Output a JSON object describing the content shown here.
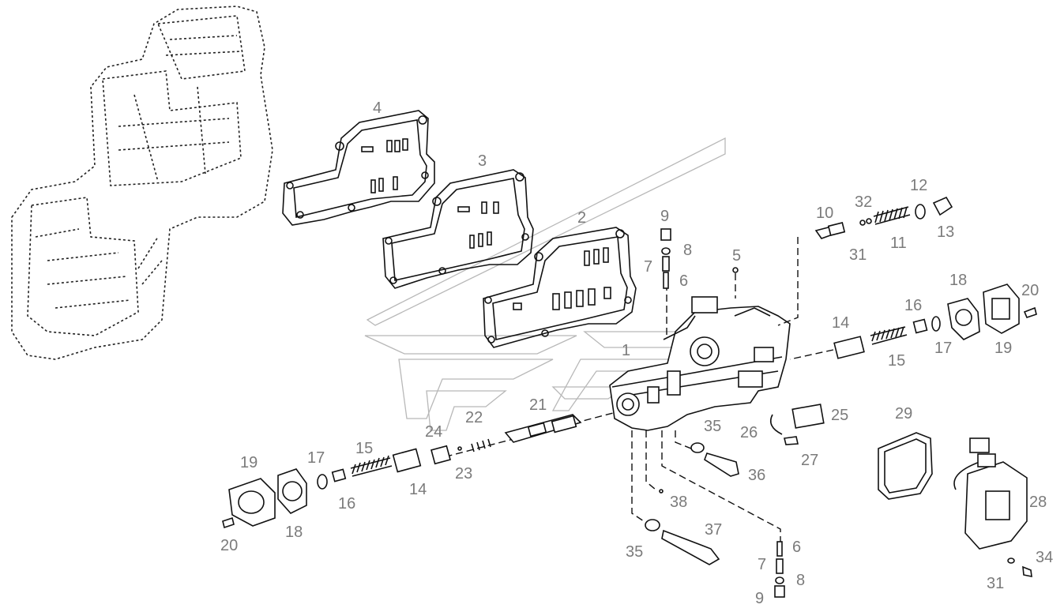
{
  "diagram": {
    "labels": [
      {
        "id": "l4",
        "text": "4"
      },
      {
        "id": "l3",
        "text": "3"
      },
      {
        "id": "l2",
        "text": "2"
      },
      {
        "id": "l9a",
        "text": "9"
      },
      {
        "id": "l8a",
        "text": "8"
      },
      {
        "id": "l7a",
        "text": "7"
      },
      {
        "id": "l6a",
        "text": "6"
      },
      {
        "id": "l5",
        "text": "5"
      },
      {
        "id": "l10",
        "text": "10"
      },
      {
        "id": "l32",
        "text": "32"
      },
      {
        "id": "l12",
        "text": "12"
      },
      {
        "id": "l13",
        "text": "13"
      },
      {
        "id": "l31a",
        "text": "31"
      },
      {
        "id": "l11",
        "text": "11"
      },
      {
        "id": "l18a",
        "text": "18"
      },
      {
        "id": "l20a",
        "text": "20"
      },
      {
        "id": "l14a",
        "text": "14"
      },
      {
        "id": "l16a",
        "text": "16"
      },
      {
        "id": "l17a",
        "text": "17"
      },
      {
        "id": "l15a",
        "text": "15"
      },
      {
        "id": "l19a",
        "text": "19"
      },
      {
        "id": "l1",
        "text": "1"
      },
      {
        "id": "l21",
        "text": "21"
      },
      {
        "id": "l22",
        "text": "22"
      },
      {
        "id": "l24",
        "text": "24"
      },
      {
        "id": "l35a",
        "text": "35"
      },
      {
        "id": "l26",
        "text": "26"
      },
      {
        "id": "l25",
        "text": "25"
      },
      {
        "id": "l27",
        "text": "27"
      },
      {
        "id": "l29",
        "text": "29"
      },
      {
        "id": "l19b",
        "text": "19"
      },
      {
        "id": "l17b",
        "text": "17"
      },
      {
        "id": "l15b",
        "text": "15"
      },
      {
        "id": "l23",
        "text": "23"
      },
      {
        "id": "l36",
        "text": "36"
      },
      {
        "id": "l16b",
        "text": "16"
      },
      {
        "id": "l14b",
        "text": "14"
      },
      {
        "id": "l38",
        "text": "38"
      },
      {
        "id": "l28",
        "text": "28"
      },
      {
        "id": "l18b",
        "text": "18"
      },
      {
        "id": "l20b",
        "text": "20"
      },
      {
        "id": "l37",
        "text": "37"
      },
      {
        "id": "l6b",
        "text": "6"
      },
      {
        "id": "l35b",
        "text": "35"
      },
      {
        "id": "l7b",
        "text": "7"
      },
      {
        "id": "l8b",
        "text": "8"
      },
      {
        "id": "l34",
        "text": "34"
      },
      {
        "id": "l31b",
        "text": "31"
      },
      {
        "id": "l9b",
        "text": "9"
      }
    ]
  }
}
